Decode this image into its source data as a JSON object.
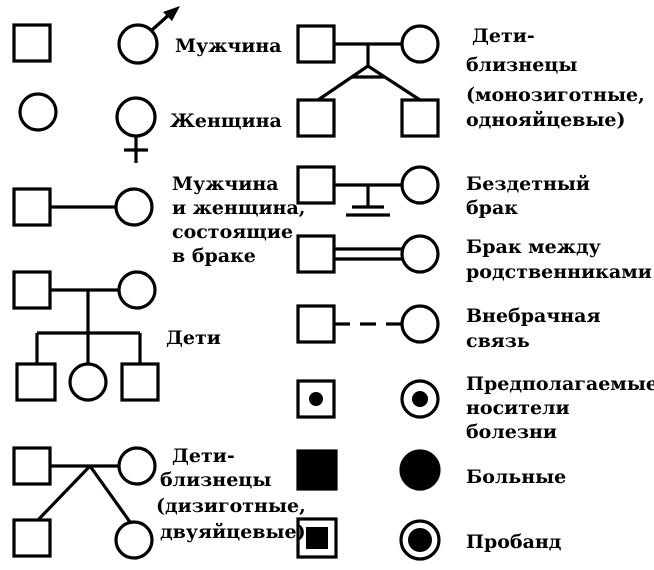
{
  "legend": {
    "male": "Мужчина",
    "female": "Женщина",
    "marriage": [
      "Мужчина",
      "и женщина,",
      "состоящие",
      "в браке"
    ],
    "children": "Дети",
    "dizygotic_twins": [
      "Дети-",
      "близнецы",
      "(дизиготные,",
      "двуяйцевые)"
    ],
    "monozygotic_twins": [
      "Дети-",
      "близнецы",
      "(монозиготные,",
      "однояйцевые)"
    ],
    "childless_marriage": [
      "Бездетный",
      "брак"
    ],
    "consanguineous_marriage": [
      "Брак между",
      "родственниками"
    ],
    "extramarital": [
      "Внебрачная",
      "связь"
    ],
    "carriers": [
      "Предполагаемые",
      "носители",
      "болезни"
    ],
    "affected": "Больные",
    "proband": "Пробанд"
  }
}
